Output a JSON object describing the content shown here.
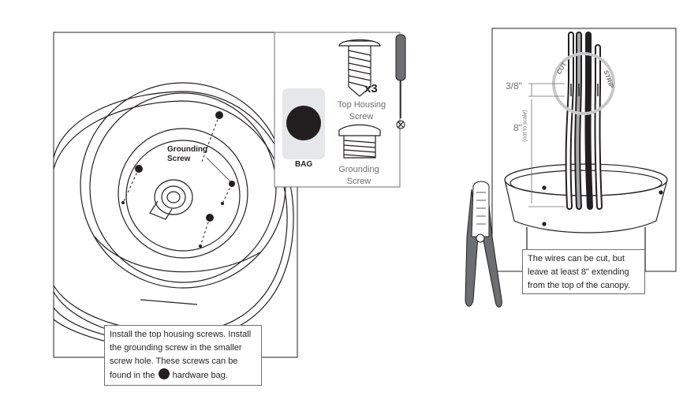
{
  "left_panel": {
    "grounding_label": [
      "Grounding",
      "Screw"
    ],
    "inset": {
      "bag_label": "BAG",
      "screw_count": "x3",
      "top_housing_label": [
        "Top Housing",
        "Screw"
      ],
      "grounding_label": [
        "Grounding",
        "Screw"
      ]
    },
    "instruction": {
      "line1": "Install the top housing screws. Install",
      "line2": "the grounding screw in the smaller",
      "line3": "screw hole. These screws can be",
      "line4_before": "found in the",
      "line4_after": "hardware bag."
    }
  },
  "right_panel": {
    "dim_strip": "3/8\"",
    "dim_length": "8\"",
    "not_to_scale": "(not to scale)",
    "cut_label": "CUT",
    "strip_label": "STRIP",
    "instruction": {
      "line1": "The wires can be cut, but",
      "line2": "leave at least 8\" extending",
      "line3": "from the top of the canopy."
    }
  },
  "colors": {
    "line": "#231f20",
    "panel_gray": "#e6e7e8",
    "mid_gray": "#6d6e71"
  }
}
